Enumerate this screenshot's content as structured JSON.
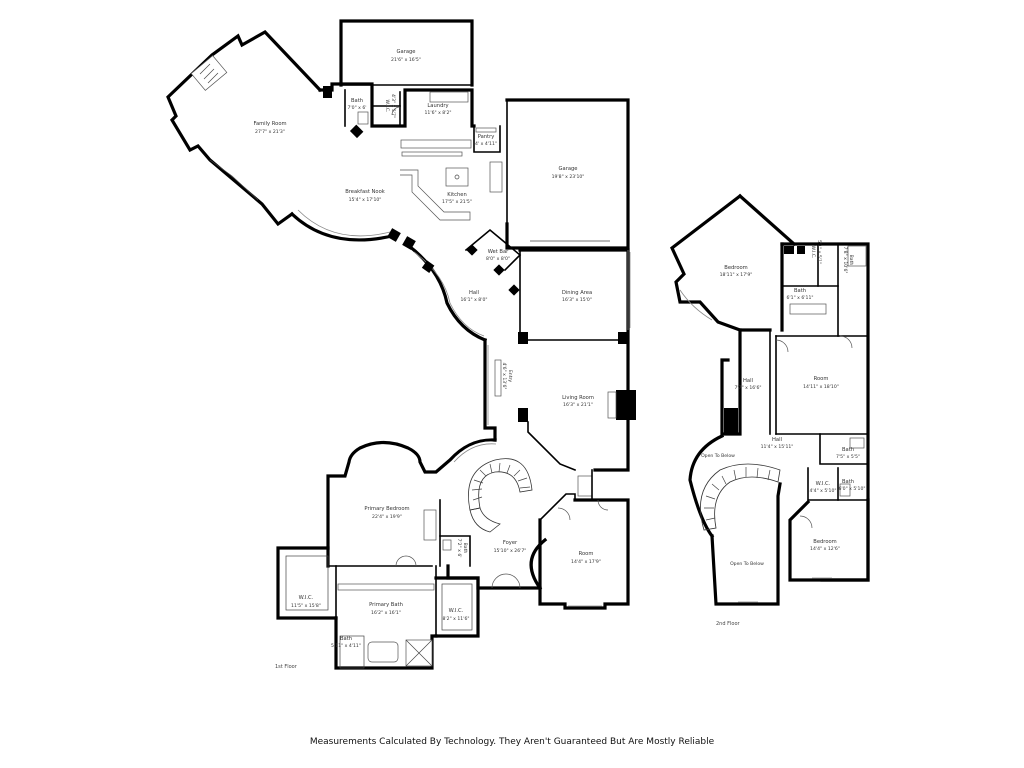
{
  "floors": [
    {
      "id": "first",
      "label": "1st Floor"
    },
    {
      "id": "second",
      "label": "2nd Floor"
    }
  ],
  "rooms": [
    {
      "id": "garage1",
      "name": "Garage",
      "dims": "21'6\" x 16'5\""
    },
    {
      "id": "family",
      "name": "Family Room",
      "dims": "27'7\" x 21'3\""
    },
    {
      "id": "bath_a",
      "name": "Bath",
      "dims": "7'0\" x 6'"
    },
    {
      "id": "wic_a",
      "name": "W.I.C.",
      "dims": "4'3\" x 5'7\""
    },
    {
      "id": "laundry",
      "name": "Laundry",
      "dims": "11'6\" x 8'2\""
    },
    {
      "id": "pantry",
      "name": "Pantry",
      "dims": "4' x 4'11\""
    },
    {
      "id": "garage2",
      "name": "Garage",
      "dims": "19'8\" x 23'10\""
    },
    {
      "id": "nook",
      "name": "Breakfast Nook",
      "dims": "15'4\" x 17'10\""
    },
    {
      "id": "kitchen",
      "name": "Kitchen",
      "dims": "17'5\" x 21'5\""
    },
    {
      "id": "wetbar",
      "name": "Wet Bar",
      "dims": "8'0\" x 8'0\""
    },
    {
      "id": "hall1",
      "name": "Hall",
      "dims": "16'1\" x 8'0\""
    },
    {
      "id": "dining",
      "name": "Dining Area",
      "dims": "16'3\" x 15'0\""
    },
    {
      "id": "entry",
      "name": "Entry",
      "dims": "4'6\" x 13'6\""
    },
    {
      "id": "living",
      "name": "Living Room",
      "dims": "16'3\" x 21'1\""
    },
    {
      "id": "primarybed",
      "name": "Primary Bedroom",
      "dims": "22'4\" x 19'9\""
    },
    {
      "id": "bath_b",
      "name": "Bath",
      "dims": "7'2\" x 6'"
    },
    {
      "id": "foyer",
      "name": "Foyer",
      "dims": "15'10\" x 26'7\""
    },
    {
      "id": "room1",
      "name": "Room",
      "dims": "14'4\" x 17'9\""
    },
    {
      "id": "wic_b",
      "name": "W.I.C.",
      "dims": "11'5\" x 15'8\""
    },
    {
      "id": "primarybath",
      "name": "Primary Bath",
      "dims": "16'2\" x 16'1\""
    },
    {
      "id": "wic_c",
      "name": "W.I.C.",
      "dims": "8'2\" x 11'6\""
    },
    {
      "id": "bath_c",
      "name": "Bath",
      "dims": "5'11\" x 4'11\""
    },
    {
      "id": "bed2a",
      "name": "Bedroom",
      "dims": "18'11\" x 17'9\""
    },
    {
      "id": "wic_d",
      "name": "W.I.C.",
      "dims": "5'1\" x 5'1\""
    },
    {
      "id": "bath_d",
      "name": "Bath",
      "dims": "7'8\" x 10'6\""
    },
    {
      "id": "bath_e",
      "name": "Bath",
      "dims": "6'1\" x 6'11\""
    },
    {
      "id": "hall2a",
      "name": "Hall",
      "dims": "7'7\" x 16'6\""
    },
    {
      "id": "room2",
      "name": "Room",
      "dims": "14'11\" x 18'10\""
    },
    {
      "id": "hall2b",
      "name": "Hall",
      "dims": "11'4\" x 15'11\""
    },
    {
      "id": "bath_f",
      "name": "Bath",
      "dims": "7'5\" x 5'5\""
    },
    {
      "id": "wic_e",
      "name": "W.I.C.",
      "dims": "4'4\" x 5'10\""
    },
    {
      "id": "bath_g",
      "name": "Bath",
      "dims": "6'0\" x 5'10\""
    },
    {
      "id": "bed2b",
      "name": "Bedroom",
      "dims": "14'4\" x 12'6\""
    }
  ],
  "open_labels": [
    {
      "id": "otb1",
      "text": "Open To Below"
    },
    {
      "id": "otb2",
      "text": "Open To Below"
    }
  ],
  "disclaimer": "Measurements Calculated By Technology. They Aren't Guaranteed But Are Mostly Reliable"
}
